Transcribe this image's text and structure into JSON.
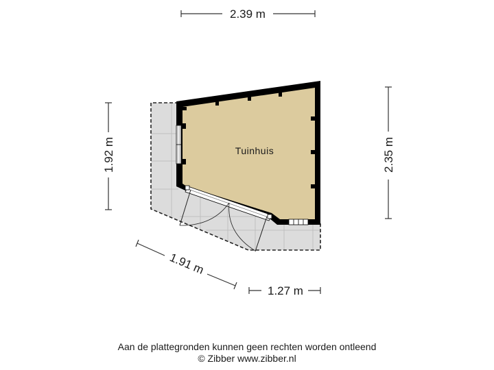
{
  "floorplan": {
    "room_label": "Tuinhuis",
    "colors": {
      "room_fill": "#dccb9e",
      "terrace_fill": "#dcdcdc",
      "wall": "#000000"
    },
    "dimensions": {
      "top": "2.39 m",
      "left": "1.92 m",
      "right": "2.35 m",
      "diagonal": "1.91 m",
      "bottom": "1.27 m"
    }
  },
  "footer": {
    "disclaimer": "Aan de plattegronden kunnen geen rechten worden ontleend",
    "copyright": "© Zibber www.zibber.nl"
  }
}
